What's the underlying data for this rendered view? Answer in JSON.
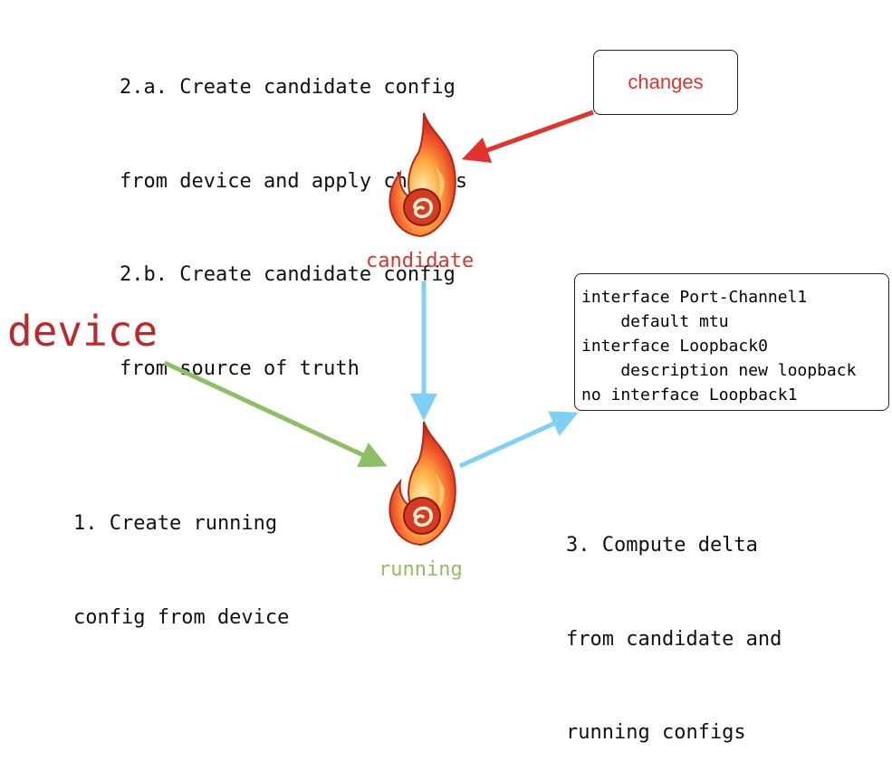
{
  "steps": {
    "step2a_line1": "2.a. Create candidate config",
    "step2a_line2": "from device and apply changes",
    "step2b_line1": "2.b. Create candidate config",
    "step2b_line2": "from source of truth",
    "step1_line1": "1. Create running",
    "step1_line2": "config from device",
    "step3_line1": "3. Compute delta",
    "step3_line2": "from candidate and",
    "step3_line3": "running configs"
  },
  "labels": {
    "device": "device",
    "candidate": "candidate",
    "running": "running",
    "changes": "changes"
  },
  "delta_config": [
    "interface Port-Channel1",
    "    default mtu",
    "interface Loopback0",
    "    description new loopback",
    "no interface Loopback1"
  ],
  "icons": {
    "candidate": "flame-icon",
    "running": "flame-icon"
  },
  "colors": {
    "device": "#c0272d",
    "candidate": "#d9362b",
    "running": "#8fbf65",
    "changes_arrow": "#e3332c",
    "device_arrow": "#8fbf65",
    "flow_arrow": "#7fd0f5"
  }
}
